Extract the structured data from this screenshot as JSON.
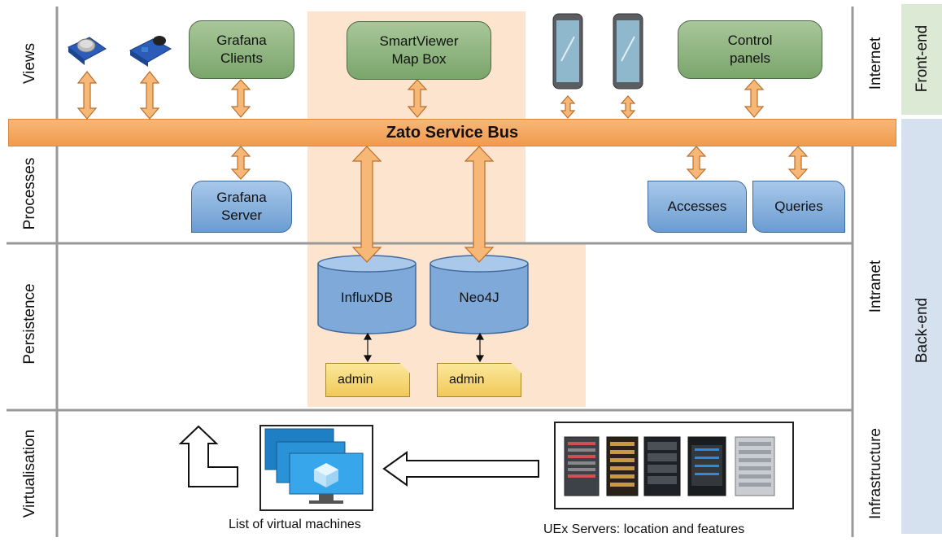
{
  "layers": {
    "views": "Views",
    "processes": "Processes",
    "persistence": "Persistence",
    "virtualisation": "Virtualisation"
  },
  "zones": {
    "internet": "Internet",
    "intranet": "Intranet",
    "infrastructure": "Infrastructure",
    "frontend": "Front-end",
    "backend": "Back-end"
  },
  "bus": {
    "label": "Zato Service Bus"
  },
  "views": {
    "grafana_clients": "Grafana\nClients",
    "smartviewer": "SmartViewer\nMap Box",
    "control_panels": "Control\npanels"
  },
  "processes": {
    "grafana_server": "Grafana\nServer",
    "accesses": "Accesses",
    "queries": "Queries"
  },
  "persistence": {
    "influxdb": "InfluxDB",
    "neo4j": "Neo4J",
    "admin_1": "admin",
    "admin_2": "admin"
  },
  "virtualisation": {
    "vm_caption": "List of virtual machines",
    "servers_caption": "UEx Servers: location and features"
  },
  "colors": {
    "bus": "#f19a4c",
    "highlight": "#fde4cf",
    "green_box": "#8db57e",
    "blue_box": "#7ea9d9",
    "admin": "#f6d77a",
    "frontend_band": "#dbe9d5",
    "backend_band": "#d6e1f0"
  }
}
